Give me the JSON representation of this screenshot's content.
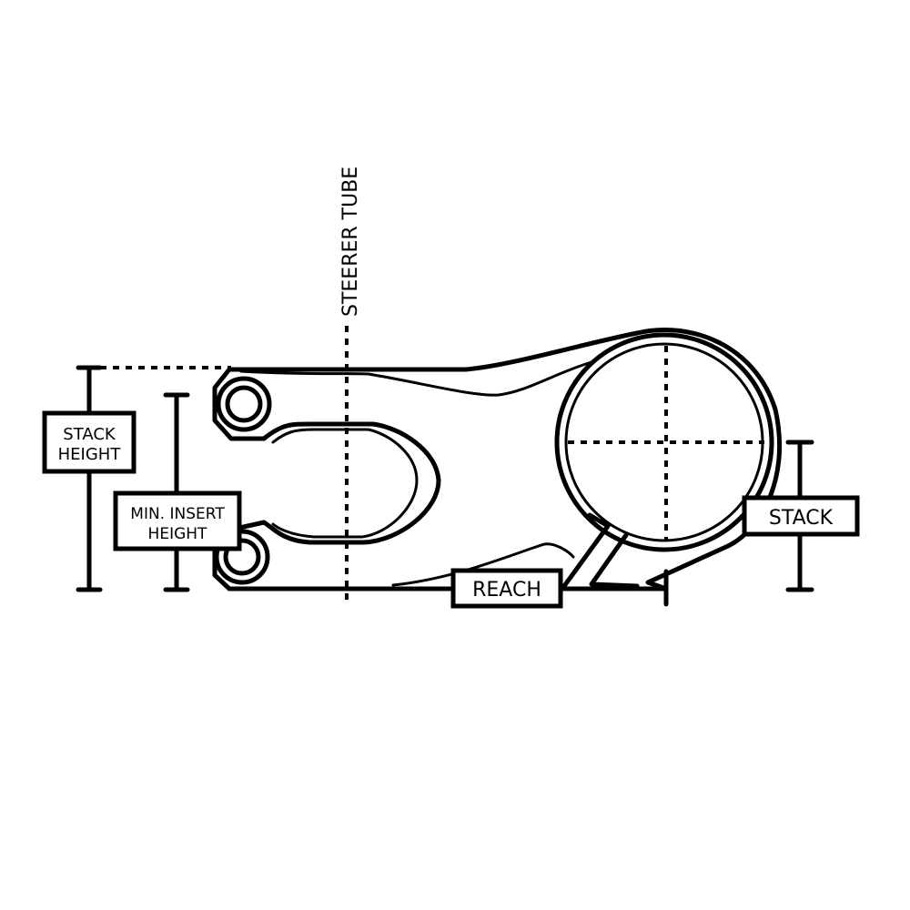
{
  "labels": {
    "steerer_tube": "STEERER TUBE",
    "stack_height_line1": "STACK",
    "stack_height_line2": "HEIGHT",
    "min_insert_line1": "MIN. INSERT",
    "min_insert_line2": "HEIGHT",
    "stack": "STACK",
    "reach": "REACH"
  },
  "colors": {
    "line": "#000000",
    "background": "#ffffff"
  }
}
